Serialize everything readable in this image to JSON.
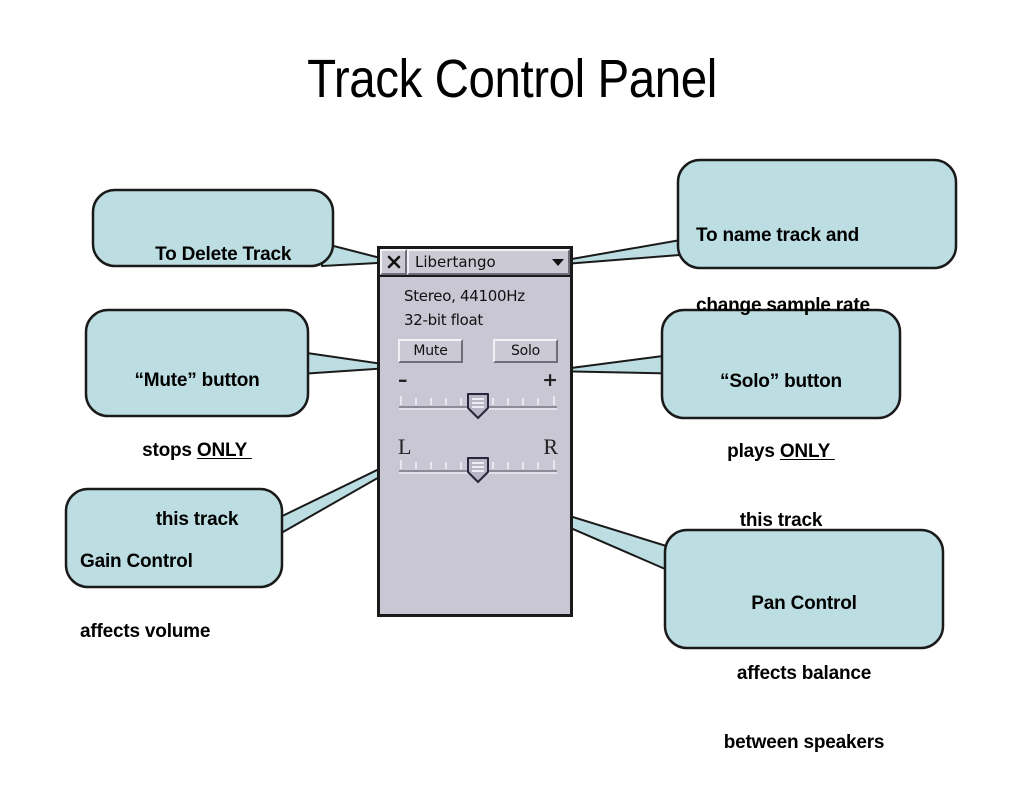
{
  "slide": {
    "title": "Track Control Panel",
    "background_color": "#ffffff"
  },
  "theme": {
    "callout_fill": "#bcdee3",
    "callout_stroke": "#1a1a1a",
    "panel_background": "#c9c7d3",
    "panel_border": "#1a1a1a",
    "text_color": "#000000"
  },
  "track_panel": {
    "close_button": {
      "icon": "close-x-icon",
      "label": "X"
    },
    "track_name": {
      "value": "Libertango",
      "dropdown_icon": "chevron-down-icon"
    },
    "info": {
      "format_line": "Stereo, 44100Hz",
      "depth_line": "32-bit float"
    },
    "buttons": {
      "mute_label": "Mute",
      "solo_label": "Solo"
    },
    "gain_slider": {
      "name": "Gain",
      "left_label": "–",
      "right_label": "+",
      "value_percent": 50,
      "tick_count": 11
    },
    "pan_slider": {
      "name": "Pan",
      "left_label": "L",
      "right_label": "R",
      "value_percent": 50,
      "tick_count": 11
    }
  },
  "callouts": [
    {
      "id": "delete-track",
      "lines": [
        "To Delete Track"
      ],
      "align": "center",
      "font_size": 19
    },
    {
      "id": "name-track",
      "lines": [
        "To name track and",
        "change sample rate"
      ],
      "align": "left",
      "font_size": 19
    },
    {
      "id": "mute-button",
      "lines": [
        "“Mute” button",
        "stops ONLY ",
        "this track"
      ],
      "underline_line": 1,
      "underline_word": "ONLY ",
      "align": "center",
      "font_size": 19
    },
    {
      "id": "solo-button",
      "lines": [
        "“Solo” button",
        "plays ONLY ",
        "this track"
      ],
      "underline_line": 1,
      "underline_word": "ONLY ",
      "align": "center",
      "font_size": 19
    },
    {
      "id": "gain-control",
      "lines": [
        "Gain Control",
        "affects volume"
      ],
      "align": "left",
      "font_size": 19
    },
    {
      "id": "pan-control",
      "lines": [
        "Pan Control",
        "affects balance",
        "between speakers"
      ],
      "align": "center",
      "font_size": 19
    }
  ]
}
